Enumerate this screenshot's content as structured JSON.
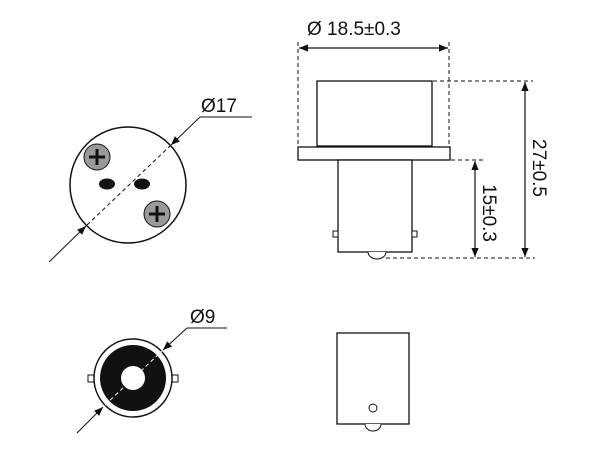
{
  "colors": {
    "line": "#111111",
    "screw_fill": "#9a9a9a",
    "background": "#ffffff"
  },
  "top_view": {
    "diameter_label": "Ø17",
    "icons": [
      "screw-icon",
      "screw-icon"
    ]
  },
  "side_view": {
    "width_label": "Ø 18.5±0.3",
    "total_height_label": "27±0.5",
    "base_height_label": "15±0.3"
  },
  "bottom_view": {
    "diameter_label": "Ø9"
  }
}
